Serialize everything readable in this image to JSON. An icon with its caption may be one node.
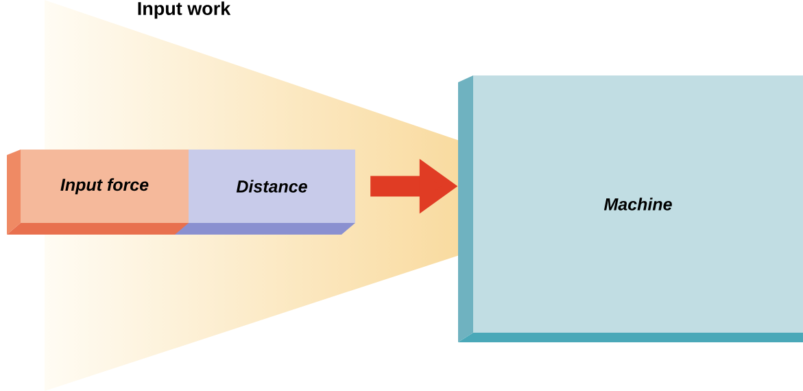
{
  "diagram": {
    "title": "Input work",
    "nodes": [
      {
        "text": [
          "Input force"
        ]
      },
      {
        "text": [
          "Distance"
        ]
      },
      {
        "text": [
          "Machine"
        ]
      }
    ],
    "edges": [
      {
        "from": 1,
        "to": 2,
        "arrow": "to",
        "color": "#e03c24"
      }
    ]
  }
}
